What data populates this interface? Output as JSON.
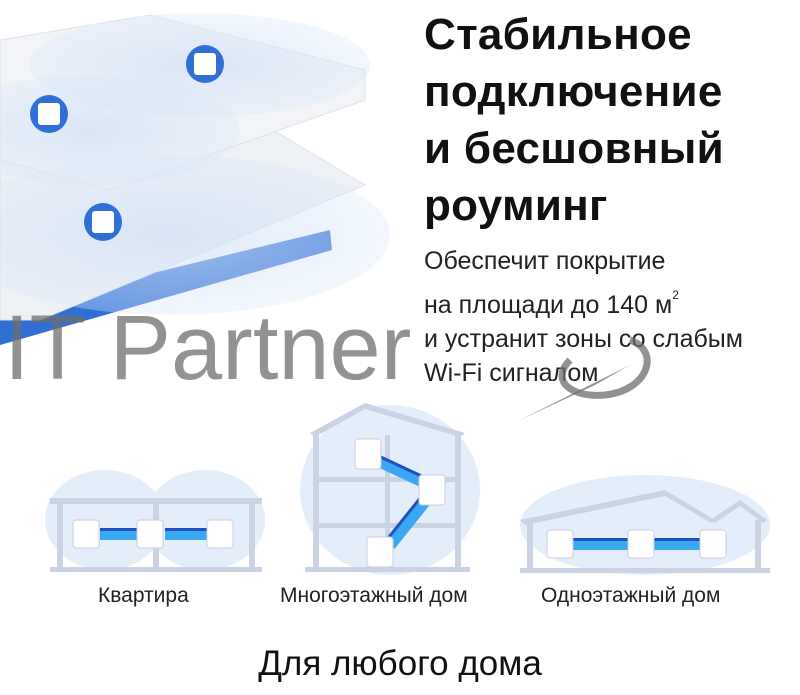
{
  "headline": {
    "lines": [
      "Стабильное",
      "подключение",
      "и бесшовный",
      "роуминг"
    ]
  },
  "subtext": {
    "line1": "Обеспечит покрытие",
    "line2": "на площади до 140 м",
    "line2_sup": "2",
    "line3": "и устранит зоны со слабым",
    "line4": "Wi-Fi сигналом"
  },
  "watermark": {
    "text": "IT Partner"
  },
  "home_types": [
    {
      "label": "Квартира"
    },
    {
      "label": "Многоэтажный дом"
    },
    {
      "label": "Одноэтажный дом"
    }
  ],
  "footer": {
    "title": "Для любого дома"
  },
  "colors": {
    "accent_blue": "#2f6fd6",
    "mesh_link": "#3aa8f0",
    "house_outline": "#c9d3e3"
  }
}
